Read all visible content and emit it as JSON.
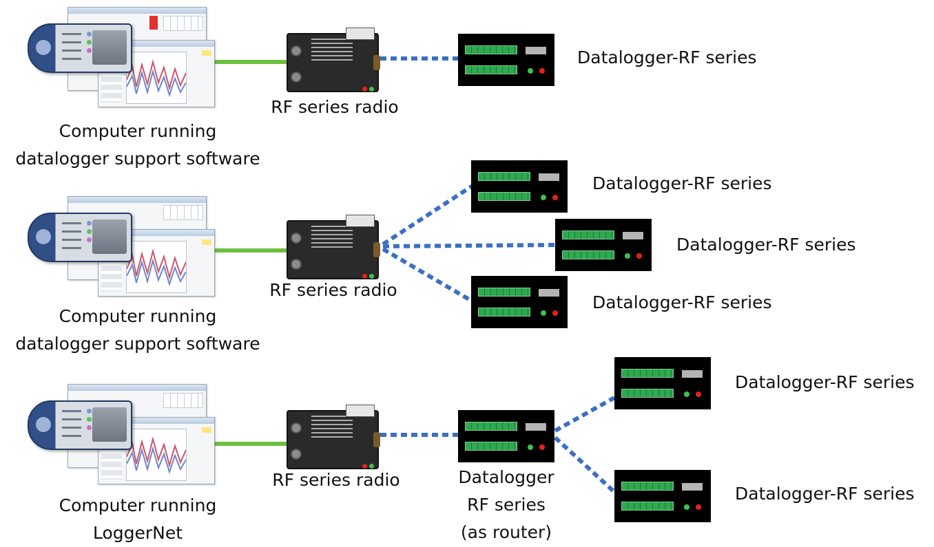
{
  "colors": {
    "cable": "#6cbf3f",
    "rf_link": "#3b6fc4",
    "terminal": "#2fa84f",
    "logger_body": "#000000"
  },
  "row1": {
    "computer_caption_line1": "Computer running",
    "computer_caption_line2": "datalogger support software",
    "radio_caption": "RF series radio",
    "logger_label": "Datalogger-RF series"
  },
  "row2": {
    "computer_caption_line1": "Computer running",
    "computer_caption_line2": "datalogger support software",
    "radio_caption": "RF series radio",
    "logger_labels": [
      "Datalogger-RF series",
      "Datalogger-RF series",
      "Datalogger-RF series"
    ]
  },
  "row3": {
    "computer_caption_line1": "Computer running",
    "computer_caption_line2": "LoggerNet",
    "radio_caption": "RF series radio",
    "router_caption_line1": "Datalogger",
    "router_caption_line2": "RF series",
    "router_caption_line3": "(as router)",
    "logger_labels": [
      "Datalogger-RF series",
      "Datalogger-RF series"
    ]
  }
}
